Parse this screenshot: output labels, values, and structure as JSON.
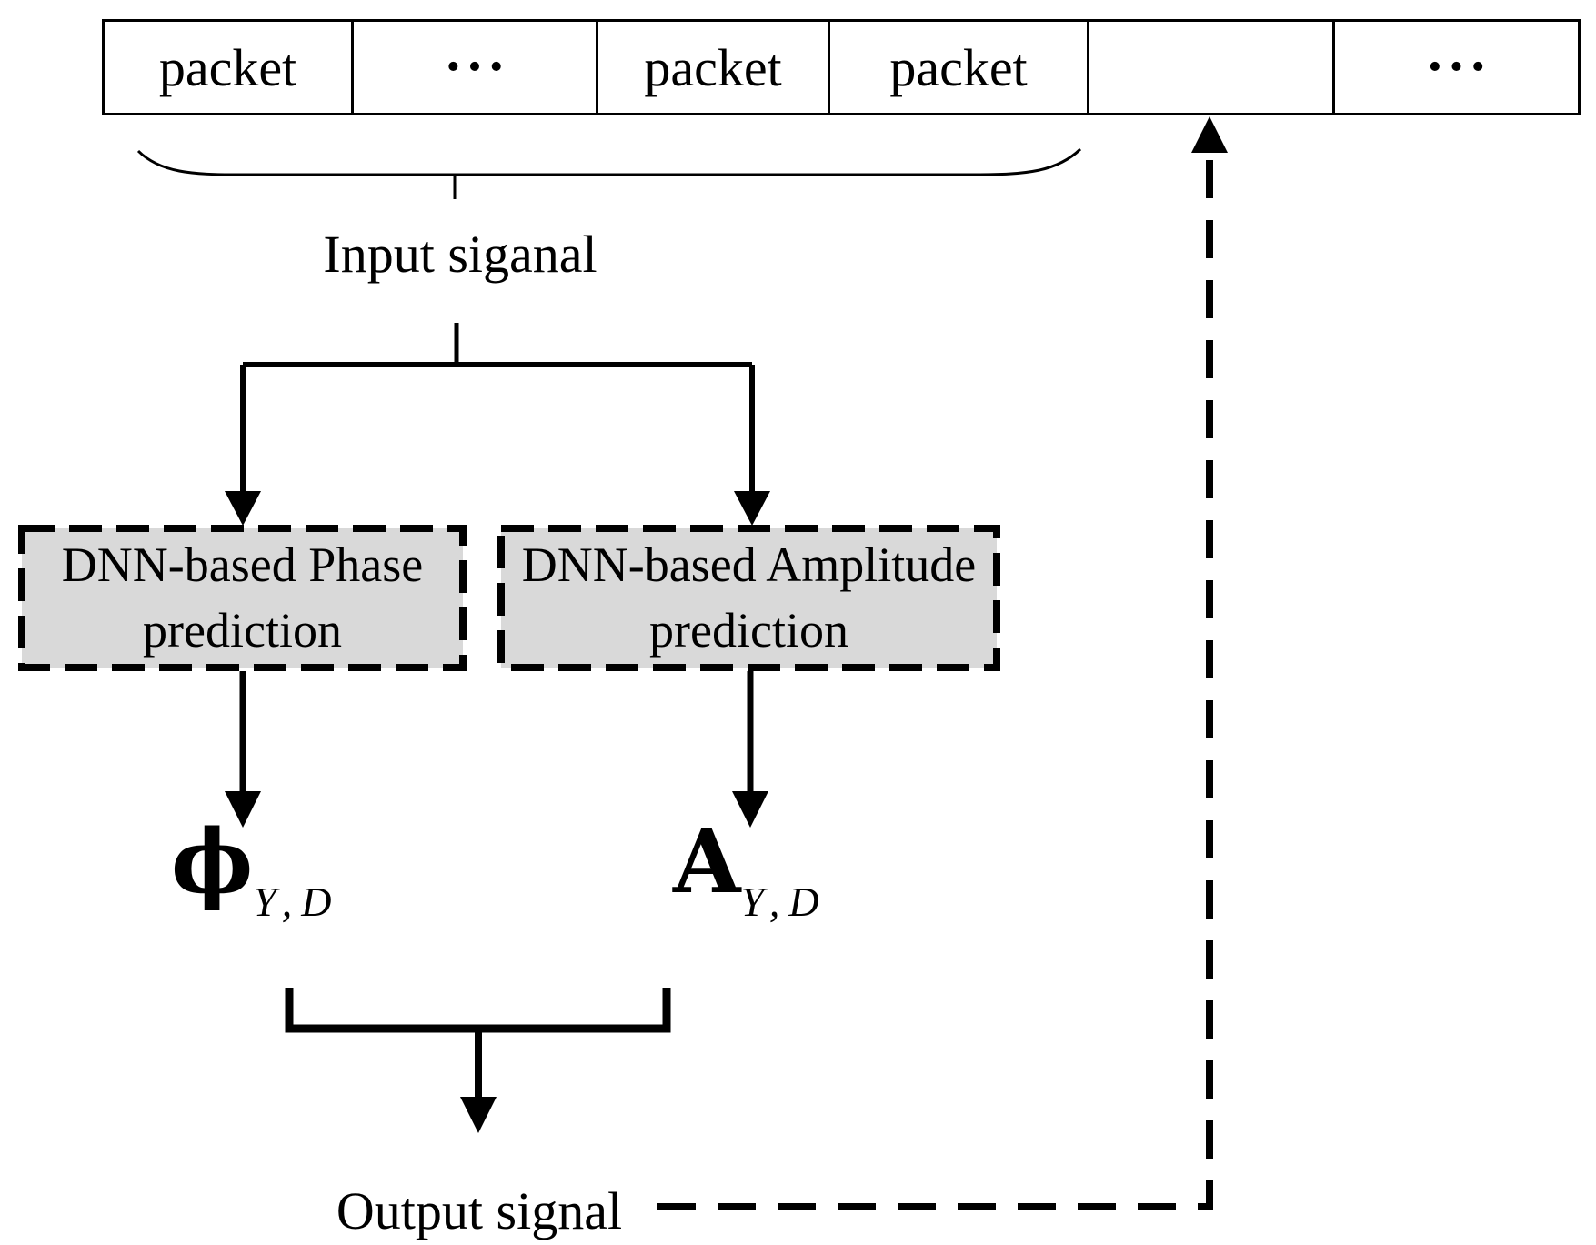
{
  "diagram": {
    "title_semantic": "DNN-based phase and amplitude prediction diagram",
    "packet_row": {
      "cells": [
        {
          "label": "packet"
        },
        {
          "label": "•••"
        },
        {
          "label": "packet"
        },
        {
          "label": "packet"
        },
        {
          "label": ""
        },
        {
          "label": "•••"
        }
      ]
    },
    "input_label": "Input siganal",
    "boxes": {
      "phase": {
        "line1": "DNN-based Phase",
        "line2": "prediction"
      },
      "amplitude": {
        "line1": "DNN-based Amplitude",
        "line2": "prediction"
      }
    },
    "symbols": {
      "phase": {
        "base": "ϕ",
        "subscript": "Y,D"
      },
      "amplitude": {
        "base": "A",
        "subscript": "Y,D"
      }
    },
    "output_label": "Output signal",
    "colors": {
      "box_fill": "#d9d9d9",
      "line": "#000000",
      "background": "#ffffff"
    }
  }
}
